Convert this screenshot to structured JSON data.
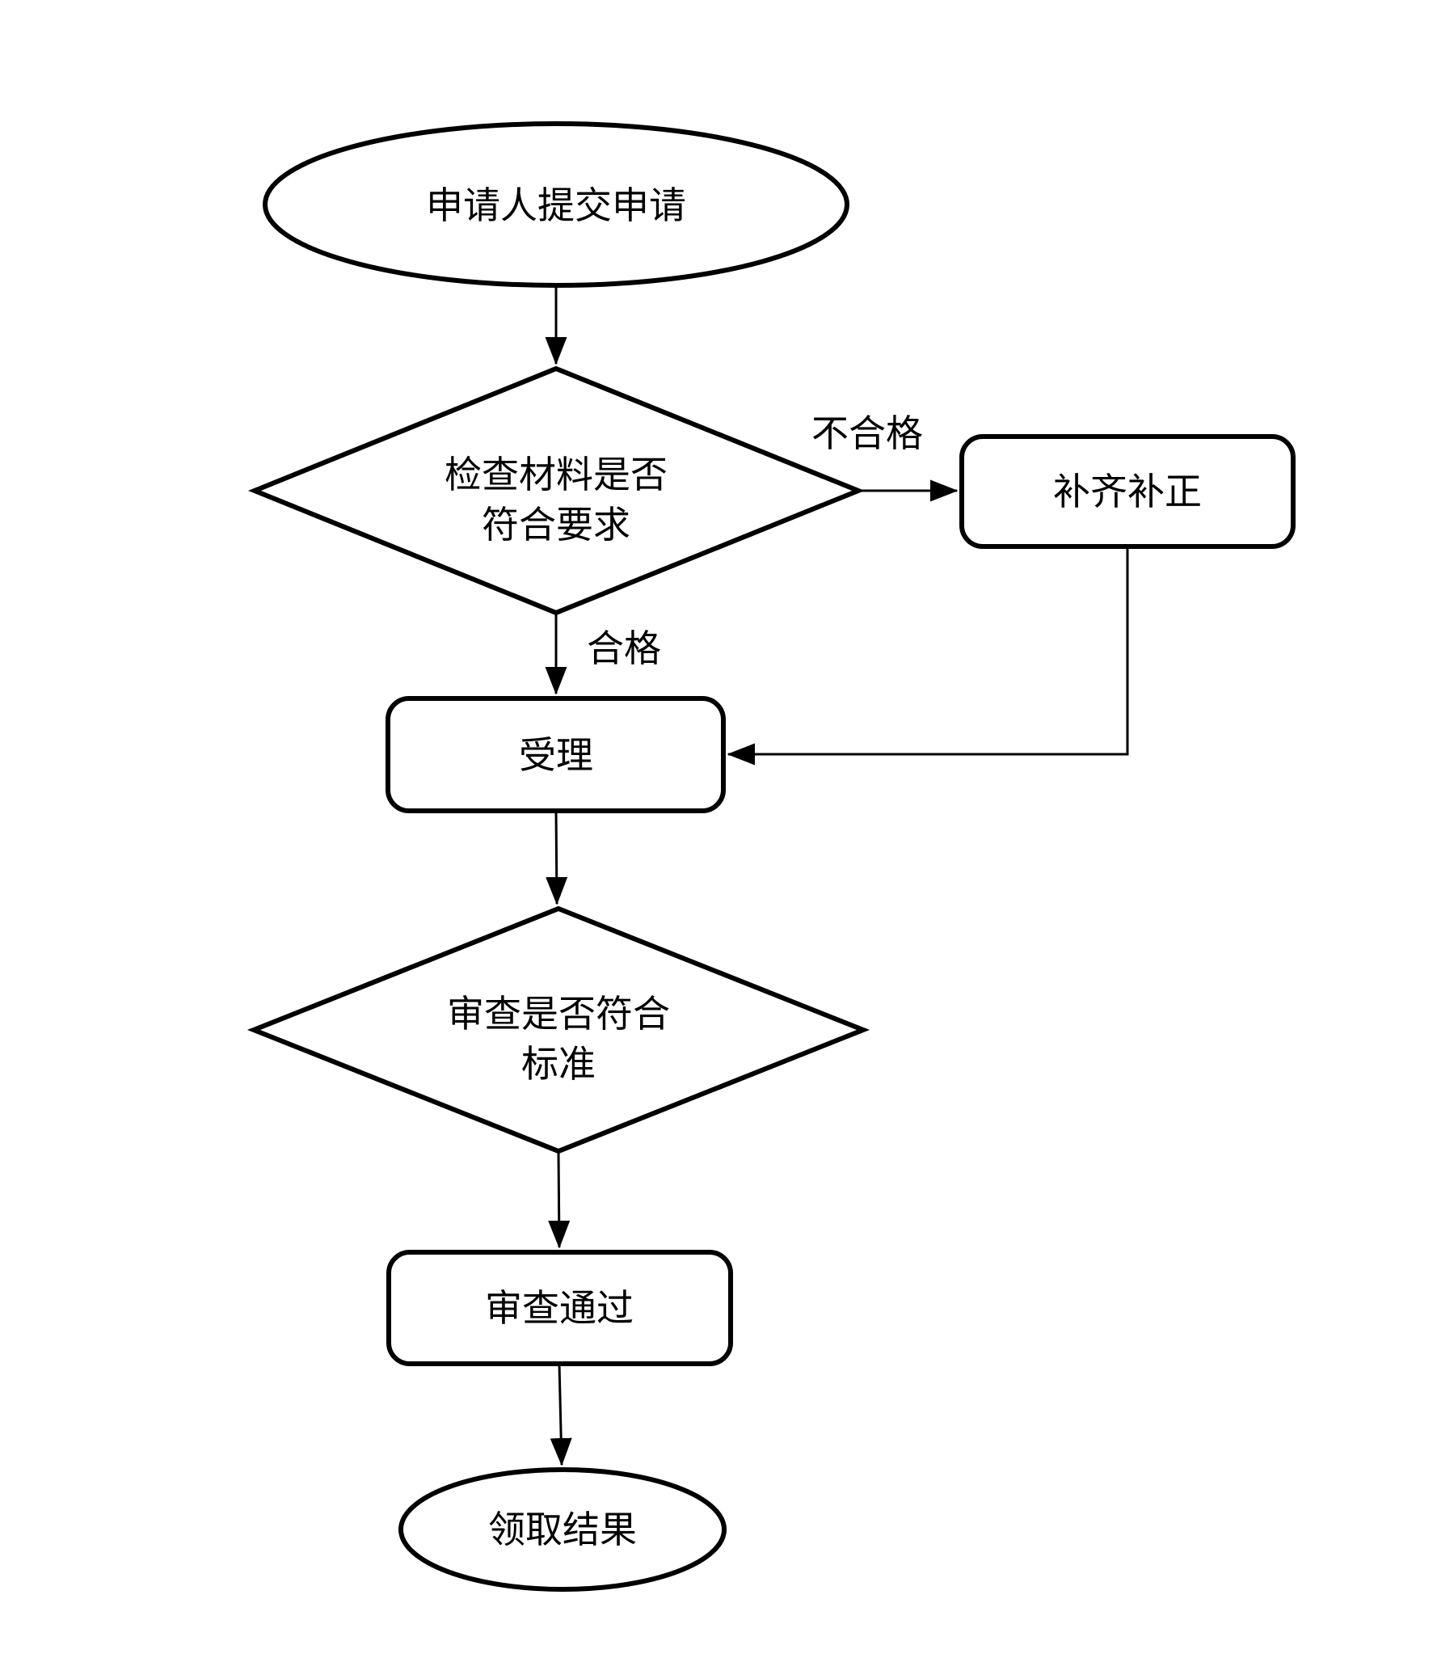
{
  "page": {
    "background_color": "#ffffff",
    "line_color": "#000000",
    "shape_fill_color": "#ffffff"
  },
  "flowchart": {
    "nodes": {
      "start": {
        "type": "ellipse",
        "label": "申请人提交申请"
      },
      "check_materials": {
        "type": "decision-diamond",
        "label_line1": "检查材料是否",
        "label_line2": "符合要求"
      },
      "supplement_correct": {
        "type": "process-box",
        "label": "补齐补正"
      },
      "accept": {
        "type": "process-box",
        "label": "受理"
      },
      "review_standard": {
        "type": "decision-diamond",
        "label_line1": "审查是否符合",
        "label_line2": "标准"
      },
      "review_passed": {
        "type": "process-box",
        "label": "审查通过"
      },
      "end": {
        "type": "ellipse",
        "label": "领取结果"
      }
    },
    "edge_labels": {
      "unqualified": "不合格",
      "qualified": "合格"
    }
  }
}
